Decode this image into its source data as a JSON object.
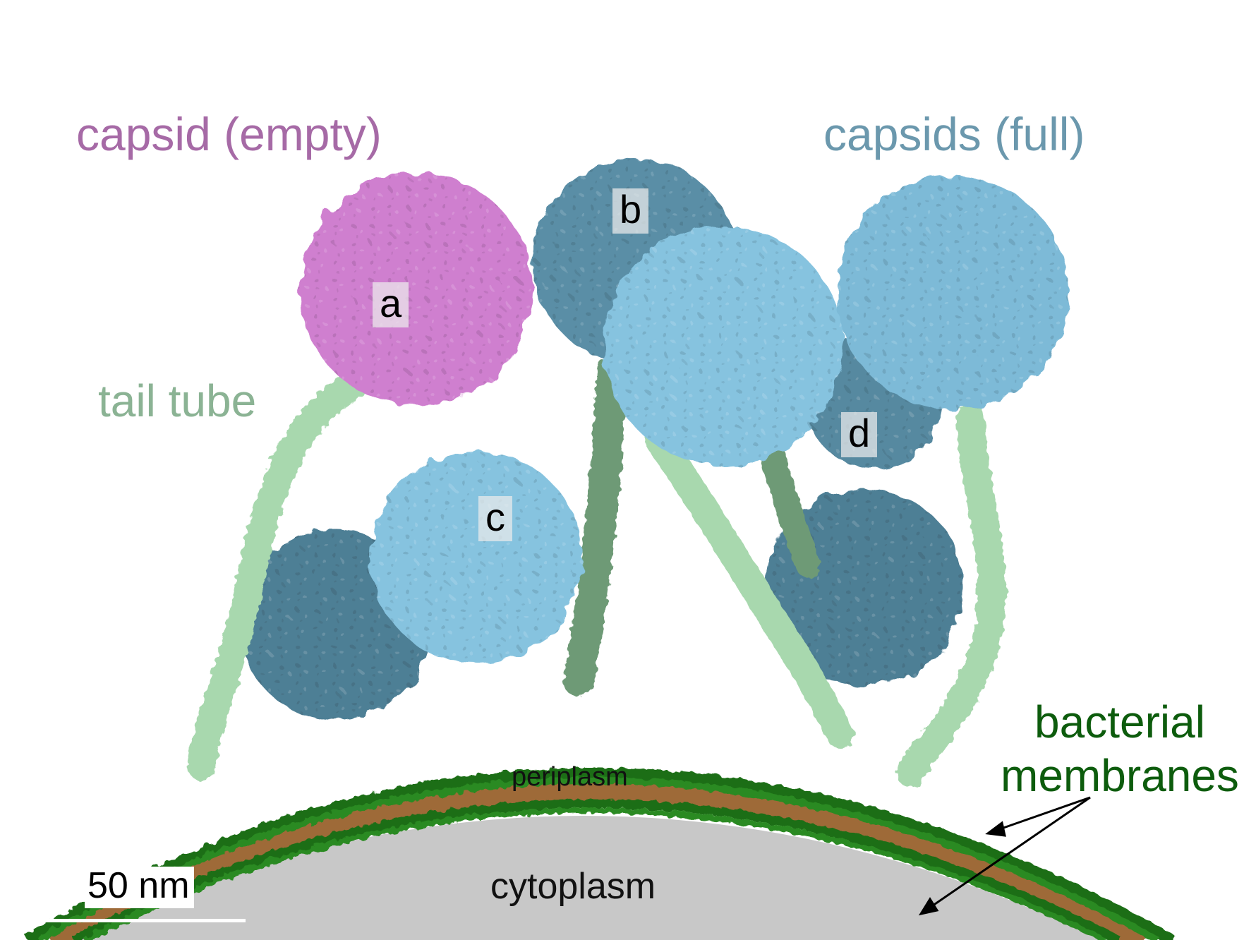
{
  "labels": {
    "capsid_empty": "capsid (empty)",
    "capsids_full": "capsids (full)",
    "tail_tube": "tail tube",
    "bacterial_membranes_line1": "bacterial",
    "bacterial_membranes_line2": "membranes",
    "periplasm": "periplasm",
    "cytoplasm": "cytoplasm"
  },
  "capsid_tags": {
    "a": "a",
    "b": "b",
    "c": "c",
    "d": "d"
  },
  "scale_bar": {
    "label": "50 nm"
  },
  "colors": {
    "capsid_empty": "#cf7fcf",
    "capsid_full_light": "#86c3df",
    "capsid_full_dark": "#4e7f95",
    "tail_tube_light": "#a8d8ae",
    "tail_tube_dark": "#6e9a76",
    "membrane": "#1d6e16",
    "periplasm": "#9e6a38",
    "cytoplasm": "#c8c8c8",
    "label_empty": "#a66aa6",
    "label_full": "#6b98ad",
    "label_tail": "#8bb394",
    "label_membrane": "#0d5c0d"
  }
}
